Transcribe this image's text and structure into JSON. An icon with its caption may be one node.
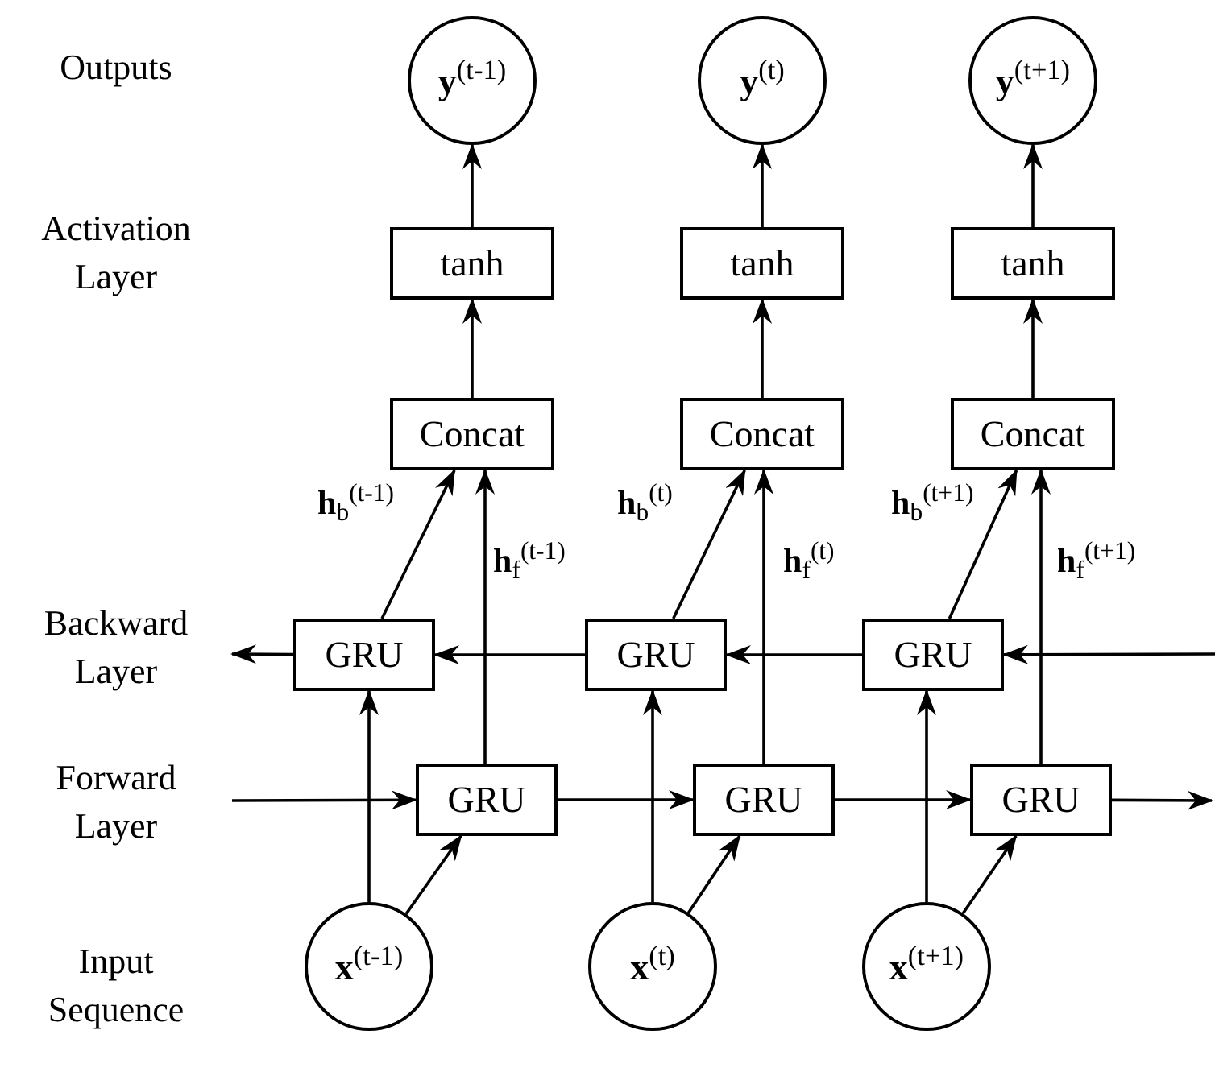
{
  "diagram": {
    "nodes": [
      {
        "text": [
          "**y**$^{(t-1)}$"
        ]
      },
      {
        "text": [
          "**y**$^{(t)}$"
        ]
      },
      {
        "text": [
          "**y**$^{(t+1)}$"
        ]
      },
      {
        "text": [
          "tanh"
        ]
      },
      {
        "text": [
          "tanh"
        ]
      },
      {
        "text": [
          "tanh"
        ]
      },
      {
        "text": [
          "Concat"
        ]
      },
      {
        "text": [
          "Concat"
        ]
      },
      {
        "text": [
          "Concat"
        ]
      },
      {
        "text": [
          "GRU"
        ]
      },
      {
        "text": [
          "GRU"
        ]
      },
      {
        "text": [
          "GRU"
        ]
      },
      {
        "text": [
          "GRU"
        ]
      },
      {
        "text": [
          "GRU"
        ]
      },
      {
        "text": [
          "GRU"
        ]
      },
      {
        "text": [
          "**x**$^{(t-1)}$"
        ]
      },
      {
        "text": [
          "**x**$^{(t)}$"
        ]
      },
      {
        "text": [
          "**x**$^{(t+1)}$"
        ]
      }
    ],
    "edges": [
      {
        "from": 3,
        "to": 0,
        "arrow": "to"
      },
      {
        "from": 4,
        "to": 1,
        "arrow": "to"
      },
      {
        "from": 5,
        "to": 2,
        "arrow": "to"
      },
      {
        "from": 6,
        "to": 3,
        "arrow": "to"
      },
      {
        "from": 7,
        "to": 4,
        "arrow": "to"
      },
      {
        "from": 8,
        "to": 5,
        "arrow": "to"
      },
      {
        "from": 9,
        "to": 6,
        "arrow": "to",
        "label": "**h**$_{b}$$^{(t-1)}$"
      },
      {
        "from": 10,
        "to": 7,
        "arrow": "to",
        "label": "**h**$_{b}$$^{(t)}$"
      },
      {
        "from": 11,
        "to": 8,
        "arrow": "to",
        "label": "**h**$_{b}$$^{(t+1)}$"
      },
      {
        "from": 12,
        "to": 6,
        "arrow": "to",
        "label": "**h**$_{f}$$^{(t-1)}$"
      },
      {
        "from": 13,
        "to": 7,
        "arrow": "to",
        "label": "**h**$_{f}$$^{(t)}$"
      },
      {
        "from": 14,
        "to": 8,
        "arrow": "to",
        "label": "**h**$_{f}$$^{(t+1)}$"
      },
      {
        "from": 15,
        "to": 9,
        "arrow": "to"
      },
      {
        "from": 16,
        "to": 10,
        "arrow": "to"
      },
      {
        "from": 17,
        "to": 11,
        "arrow": "to"
      },
      {
        "from": 15,
        "to": 12,
        "arrow": "to"
      },
      {
        "from": 16,
        "to": 13,
        "arrow": "to"
      },
      {
        "from": 17,
        "to": 14,
        "arrow": "to"
      },
      {
        "from": null,
        "to": 12,
        "arrow": "to"
      },
      {
        "from": 12,
        "to": 13,
        "arrow": "to"
      },
      {
        "from": 13,
        "to": 14,
        "arrow": "to"
      },
      {
        "from": 14,
        "to": null,
        "arrow": "to"
      },
      {
        "from": null,
        "to": 11,
        "arrow": "to"
      },
      {
        "from": 11,
        "to": 10,
        "arrow": "to"
      },
      {
        "from": 10,
        "to": 9,
        "arrow": "to"
      },
      {
        "from": 9,
        "to": null,
        "arrow": "to"
      }
    ],
    "labels": [
      "Outputs",
      "Activation Layer",
      "Backward Layer",
      "Forward Layer",
      "Input Sequence"
    ]
  }
}
